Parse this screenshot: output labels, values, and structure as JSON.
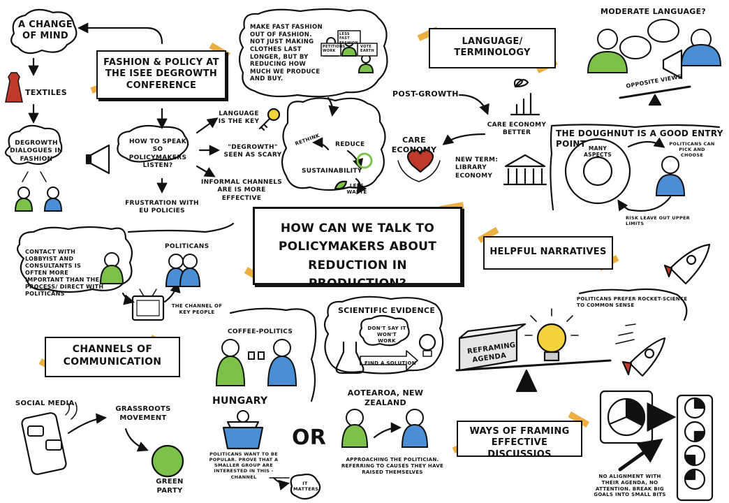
{
  "title": "How can we talk to policymakers about reduction in production?",
  "boxes": {
    "change_of_mind": "A change of mind",
    "conference": "Fashion & policy at the ISEE Degrowth conference",
    "language_terminology": "Language/ Terminology",
    "helpful_narratives": "Helpful narratives",
    "channels": "Channels of communication",
    "framing": "Ways of framing effective discussios",
    "doughnut_title": "The doughnut is a good entry point"
  },
  "labels": {
    "textiles": "Textiles",
    "degrowth_dialogues": "Degrowth dialogues in fashion",
    "slow_fashion": "Make fast fashion out of fashion. Not just making clothes last longer, but by reducing how much we produce and buy.",
    "sign_petitions": "Petitions work",
    "sign_less_fast": "Less fast fashion",
    "sign_vote": "Vote earth",
    "moderate_language": "Moderate language?",
    "opposite_views": "Opposite views",
    "how_to_speak": "How to speak so policymakers listen?",
    "language_key": "Language is the key",
    "degrowth_scary": "\"Degrowth\" seen as scary",
    "informal_channels": "Informal channels are is more effective",
    "frustration": "Frustration with EU policies",
    "rethink": "Rethink",
    "reduce": "Reduce",
    "sustainability": "Sustainability",
    "less_waste": "Less waste",
    "post_growth": "Post-growth",
    "care_economy_better": "Care economy better",
    "care_economy": "Care economy",
    "new_term": "New term: library economy",
    "many_aspects": "Many aspects",
    "pick_choose": "Politicans can pick and choose",
    "risk_leave": "Risk leave out upper limits",
    "lobbyist": "Contact with lobbyist and consultants is often more important than the process/ direct with politicans",
    "politicans": "Politicans",
    "channel_key_people": "The channel of key people",
    "rocket_science": "Politicans prefer rocket-science to common sense",
    "scientific_evidence": "Scientific evidence",
    "dont_say": "Don't say it won't work",
    "find_solution": "Find a solution",
    "reframing": "Reframing agenda",
    "coffee_politics": "Coffee-politics",
    "social_media": "Social media",
    "grassroots": "Grassroots movement",
    "green_party": "Green party",
    "hungary": "Hungary",
    "hungary_note": "Politicans want to be popular. Prove that a smaller group are interested in this - channel",
    "it_matters": "It matters",
    "or": "OR",
    "aotearoa": "Aotearoa, New Zealand",
    "approaching": "Approaching the politician. Referring to causes they have raised themselves",
    "no_alignment": "No alignment with their agenda, no attention. Break big goals into small bits"
  },
  "colors": {
    "green": "#7cc24a",
    "blue": "#4a8fd6",
    "tape": "#e9a52a",
    "yellow": "#f4d23c",
    "red": "#c0392b"
  }
}
